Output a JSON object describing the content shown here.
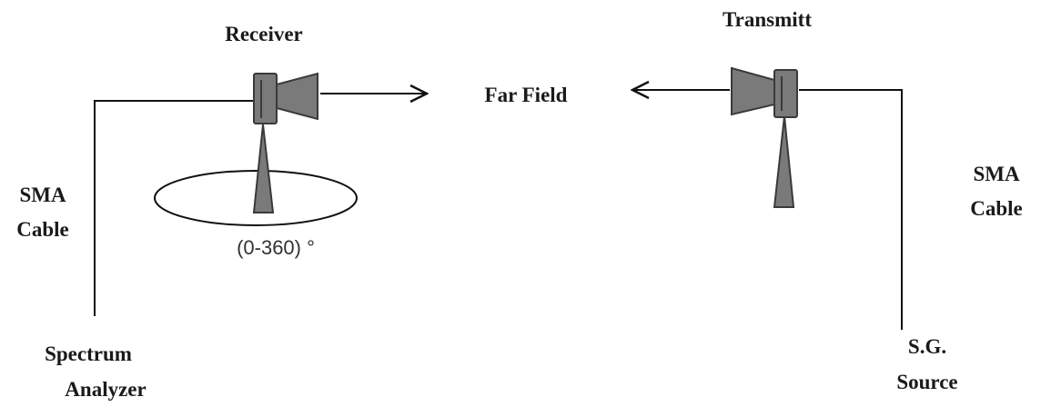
{
  "labels": {
    "receiver": "Receiver",
    "transmitter": "Transmitt",
    "far_field": "Far Field",
    "sma_left_line1": "SMA",
    "sma_left_line2": "Cable",
    "sma_right_line1": "SMA",
    "sma_right_line2": "Cable",
    "analyzer_line1": "Spectrum",
    "analyzer_line2": "Analyzer",
    "source_line1": "S.G.",
    "source_line2": "Source",
    "rotation_range": "(0-360) °"
  },
  "colors": {
    "antenna_fill": "#7a7a7a",
    "antenna_stroke": "#3a3a3a",
    "line": "#111111"
  }
}
